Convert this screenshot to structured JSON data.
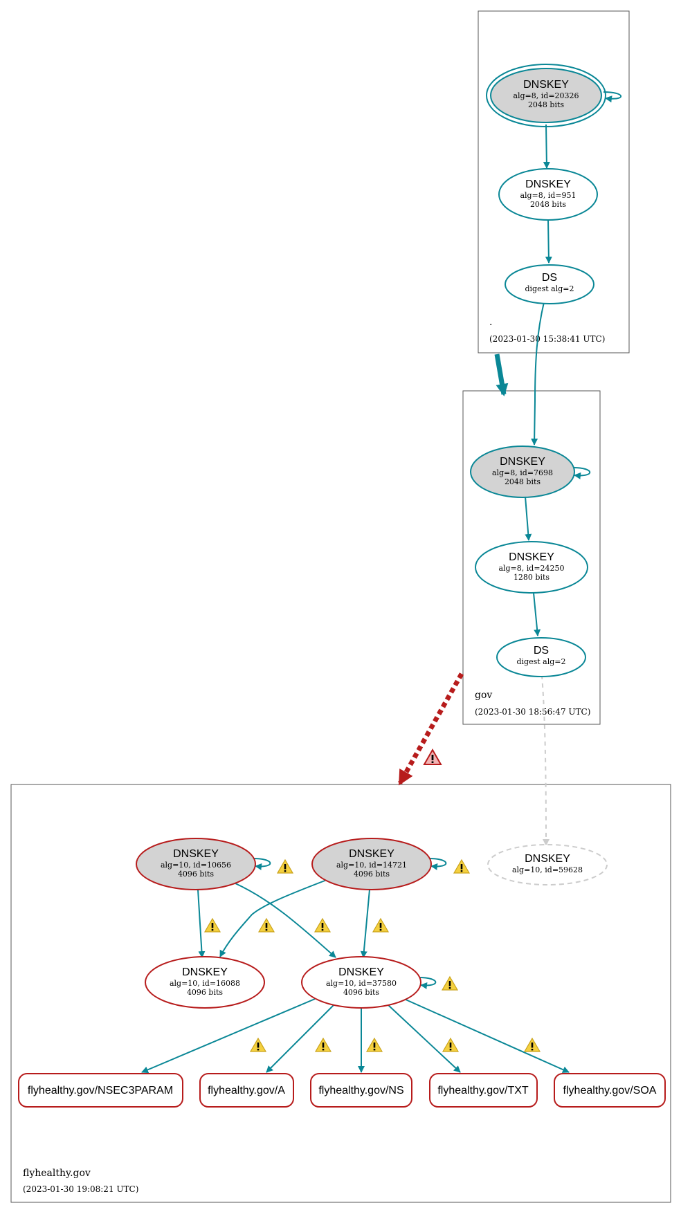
{
  "zones": {
    "root": {
      "name": ".",
      "timestamp": "(2023-01-30 15:38:41 UTC)"
    },
    "gov": {
      "name": "gov",
      "timestamp": "(2023-01-30 18:56:47 UTC)"
    },
    "flyhealthy": {
      "name": "flyhealthy.gov",
      "timestamp": "(2023-01-30 19:08:21 UTC)"
    }
  },
  "nodes": {
    "root_ksk": {
      "title": "DNSKEY",
      "line1": "alg=8, id=20326",
      "line2": "2048 bits"
    },
    "root_zsk": {
      "title": "DNSKEY",
      "line1": "alg=8, id=951",
      "line2": "2048 bits"
    },
    "root_ds": {
      "title": "DS",
      "line1": "digest alg=2"
    },
    "gov_ksk": {
      "title": "DNSKEY",
      "line1": "alg=8, id=7698",
      "line2": "2048 bits"
    },
    "gov_zsk": {
      "title": "DNSKEY",
      "line1": "alg=8, id=24250",
      "line2": "1280 bits"
    },
    "gov_ds": {
      "title": "DS",
      "line1": "digest alg=2"
    },
    "fh_ksk1": {
      "title": "DNSKEY",
      "line1": "alg=10, id=10656",
      "line2": "4096 bits"
    },
    "fh_ksk2": {
      "title": "DNSKEY",
      "line1": "alg=10, id=14721",
      "line2": "4096 bits"
    },
    "fh_missing": {
      "title": "DNSKEY",
      "line1": "alg=10, id=59628"
    },
    "fh_zsk1": {
      "title": "DNSKEY",
      "line1": "alg=10, id=16088",
      "line2": "4096 bits"
    },
    "fh_zsk2": {
      "title": "DNSKEY",
      "line1": "alg=10, id=37580",
      "line2": "4096 bits"
    }
  },
  "rrsets": [
    "flyhealthy.gov/NSEC3PARAM",
    "flyhealthy.gov/A",
    "flyhealthy.gov/NS",
    "flyhealthy.gov/TXT",
    "flyhealthy.gov/SOA"
  ],
  "colors": {
    "secure": "#0a8796",
    "bogus": "#b71c1c",
    "key_fill": "#d3d3d3",
    "missing": "#cccccc",
    "warning": "#f4d03f"
  }
}
